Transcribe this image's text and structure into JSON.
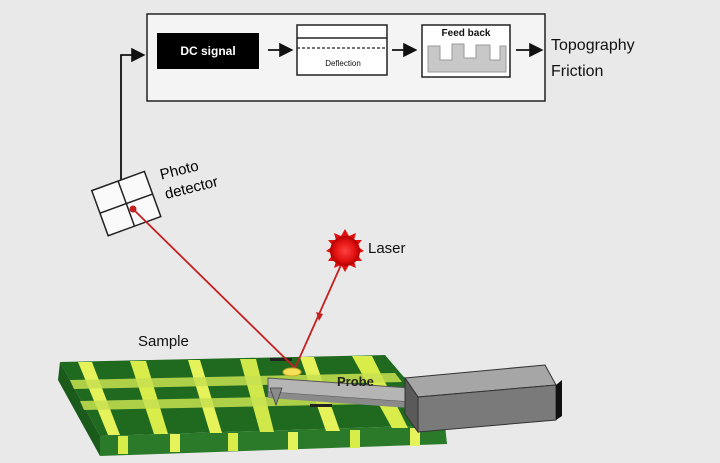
{
  "diagram": {
    "dc_signal": "DC signal",
    "deflection": "Deflection",
    "feedback": "Feed back",
    "output_1": "Topography",
    "output_2": "Friction",
    "photodetector_line1": "Photo",
    "photodetector_line2": "detector",
    "laser": "Laser",
    "sample": "Sample",
    "probe": "Probe"
  },
  "colors": {
    "background": "#e9e9e9",
    "laser_beam": "#c42020",
    "sample_dark_stripe": "#1f6a1f",
    "sample_light_stripe": "#e5f25a",
    "probe_body": "#7a7a7a"
  }
}
